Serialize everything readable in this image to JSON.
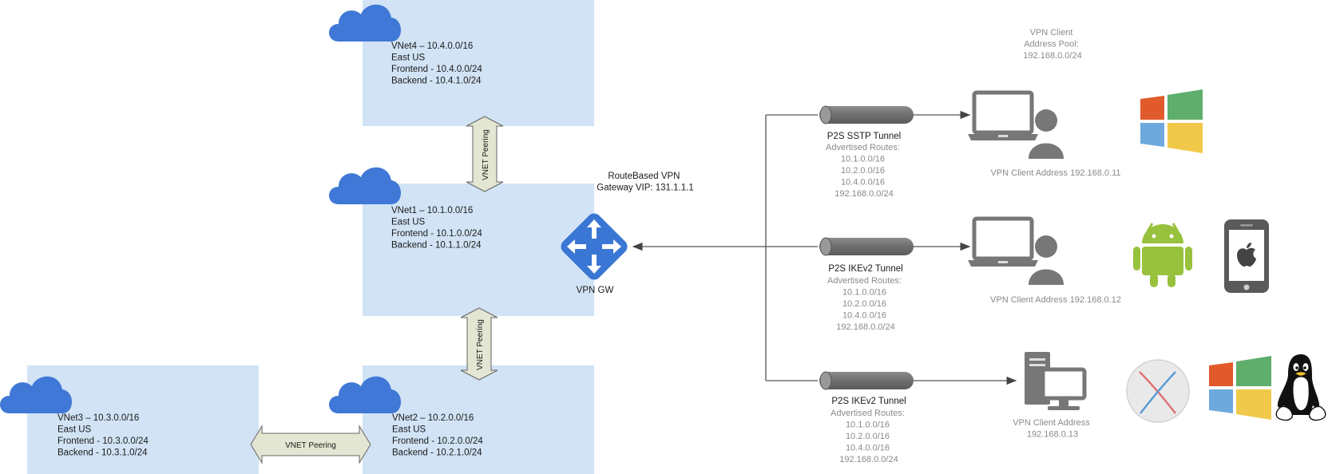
{
  "vnets": [
    {
      "id": "vnet4",
      "lines": [
        "VNet4 – 10.4.0.0/16",
        "East US",
        "Frontend - 10.4.0.0/24",
        "Backend - 10.4.1.0/24"
      ]
    },
    {
      "id": "vnet1",
      "lines": [
        "VNet1 – 10.1.0.0/16",
        "East US",
        "Frontend - 10.1.0.0/24",
        "Backend - 10.1.1.0/24"
      ]
    },
    {
      "id": "vnet2",
      "lines": [
        "VNet2 – 10.2.0.0/16",
        "East US",
        "Frontend - 10.2.0.0/24",
        "Backend - 10.2.1.0/24"
      ]
    },
    {
      "id": "vnet3",
      "lines": [
        "VNet3 – 10.3.0.0/16",
        "East US",
        "Frontend - 10.3.0.0/24",
        "Backend - 10.3.1.0/24"
      ]
    }
  ],
  "peering": {
    "label": "VNET Peering"
  },
  "gateway": {
    "title_lines": [
      "RouteBased VPN",
      "Gateway VIP: 131.1.1.1"
    ],
    "label": "VPN GW"
  },
  "pool": {
    "lines": [
      "VPN Client",
      "Address Pool:",
      "192.168.0.0/24"
    ]
  },
  "tunnels": [
    {
      "title": "P2S SSTP Tunnel",
      "routes": [
        "Advertised Routes:",
        "10.1.0.0/16",
        "10.2.0.0/16",
        "10.4.0.0/16",
        "192.168.0.0/24"
      ]
    },
    {
      "title": "P2S IKEv2 Tunnel",
      "routes": [
        "Advertised Routes:",
        "10.1.0.0/16",
        "10.2.0.0/16",
        "10.4.0.0/16",
        "192.168.0.0/24"
      ]
    },
    {
      "title": "P2S IKEv2 Tunnel",
      "routes": [
        "Advertised Routes:",
        "10.1.0.0/16",
        "10.2.0.0/16",
        "10.4.0.0/16",
        "192.168.0.0/24"
      ]
    }
  ],
  "clients": [
    {
      "lines": [
        "VPN Client Address 192.168.0.11"
      ]
    },
    {
      "lines": [
        "VPN Client Address 192.168.0.12"
      ]
    },
    {
      "lines": [
        "VPN Client Address",
        "192.168.0.13"
      ]
    }
  ],
  "colors": {
    "vnet_fill": "#d1e3f5",
    "cloud": "#3f78d6",
    "gateway": "#3a77d4",
    "peering_fill": "#e2e6d2",
    "tunnel": "#777777",
    "device": "#777777",
    "line": "#555555"
  },
  "icons": [
    "cloud-icon",
    "router-icon",
    "laptop-icon",
    "user-icon",
    "desktop-icon",
    "windows-logo-icon",
    "android-logo-icon",
    "iphone-icon",
    "macos-logo-icon",
    "linux-tux-icon"
  ]
}
